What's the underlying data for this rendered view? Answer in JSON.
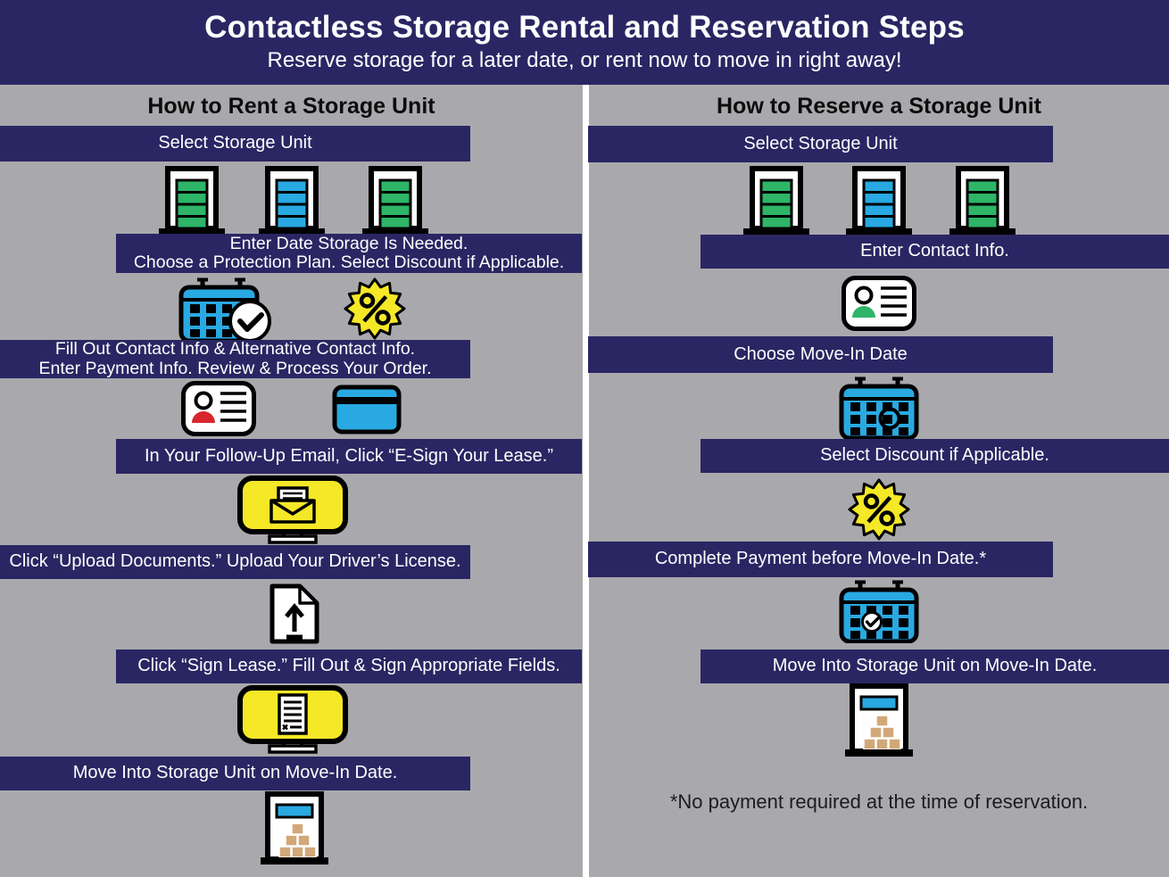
{
  "header": {
    "title": "Contactless Storage Rental and Reservation Steps",
    "subtitle": "Reserve storage for a later date, or rent now to move in right away!"
  },
  "colors": {
    "navy": "#2A2663",
    "background_gray": "#A9A9AD",
    "divider_white": "#FFFFFF",
    "unit_green": "#2EB567",
    "accent_blue": "#29A9E2",
    "badge_yellow": "#F5E827",
    "person_red": "#D7262E",
    "person_green": "#2EB567",
    "box_tan": "#D2A878"
  },
  "left_column": {
    "heading": "How to Rent a Storage Unit",
    "banners": [
      {
        "text": "Select Storage Unit"
      },
      {
        "line1": "Enter Date Storage Is Needed.",
        "line2": "Choose a Protection Plan. Select Discount if Applicable."
      },
      {
        "line1": "Fill Out Contact Info & Alternative Contact Info.",
        "line2": "Enter Payment Info. Review & Process Your Order."
      },
      {
        "text": "In Your Follow-Up Email, Click “E-Sign Your Lease.”"
      },
      {
        "text": "Click “Upload Documents.” Upload Your Driver’s License."
      },
      {
        "text": "Click “Sign Lease.” Fill Out & Sign Appropriate Fields."
      },
      {
        "text": "Move Into Storage Unit on Move-In Date."
      }
    ],
    "icons": [
      "storage-unit-green",
      "storage-unit-blue",
      "storage-unit-green",
      "calendar-date-check",
      "discount-percent-badge",
      "contact-card-red",
      "credit-card",
      "monitor-email",
      "upload-document",
      "monitor-sign-lease",
      "storage-unit-open-boxes"
    ]
  },
  "right_column": {
    "heading": "How to Reserve a Storage Unit",
    "banners": [
      {
        "text": "Select Storage Unit"
      },
      {
        "text": "Enter Contact Info."
      },
      {
        "text": "Choose Move-In Date"
      },
      {
        "text": "Select Discount if Applicable."
      },
      {
        "text": "Complete Payment before Move-In Date.*"
      },
      {
        "text": "Move Into Storage Unit on Move-In Date."
      }
    ],
    "icons": [
      "storage-unit-green",
      "storage-unit-blue",
      "storage-unit-green",
      "contact-card-green",
      "calendar-date-circled",
      "discount-percent-badge",
      "calendar-date-check",
      "storage-unit-open-boxes"
    ],
    "footnote": "*No payment required at the time of reservation."
  }
}
